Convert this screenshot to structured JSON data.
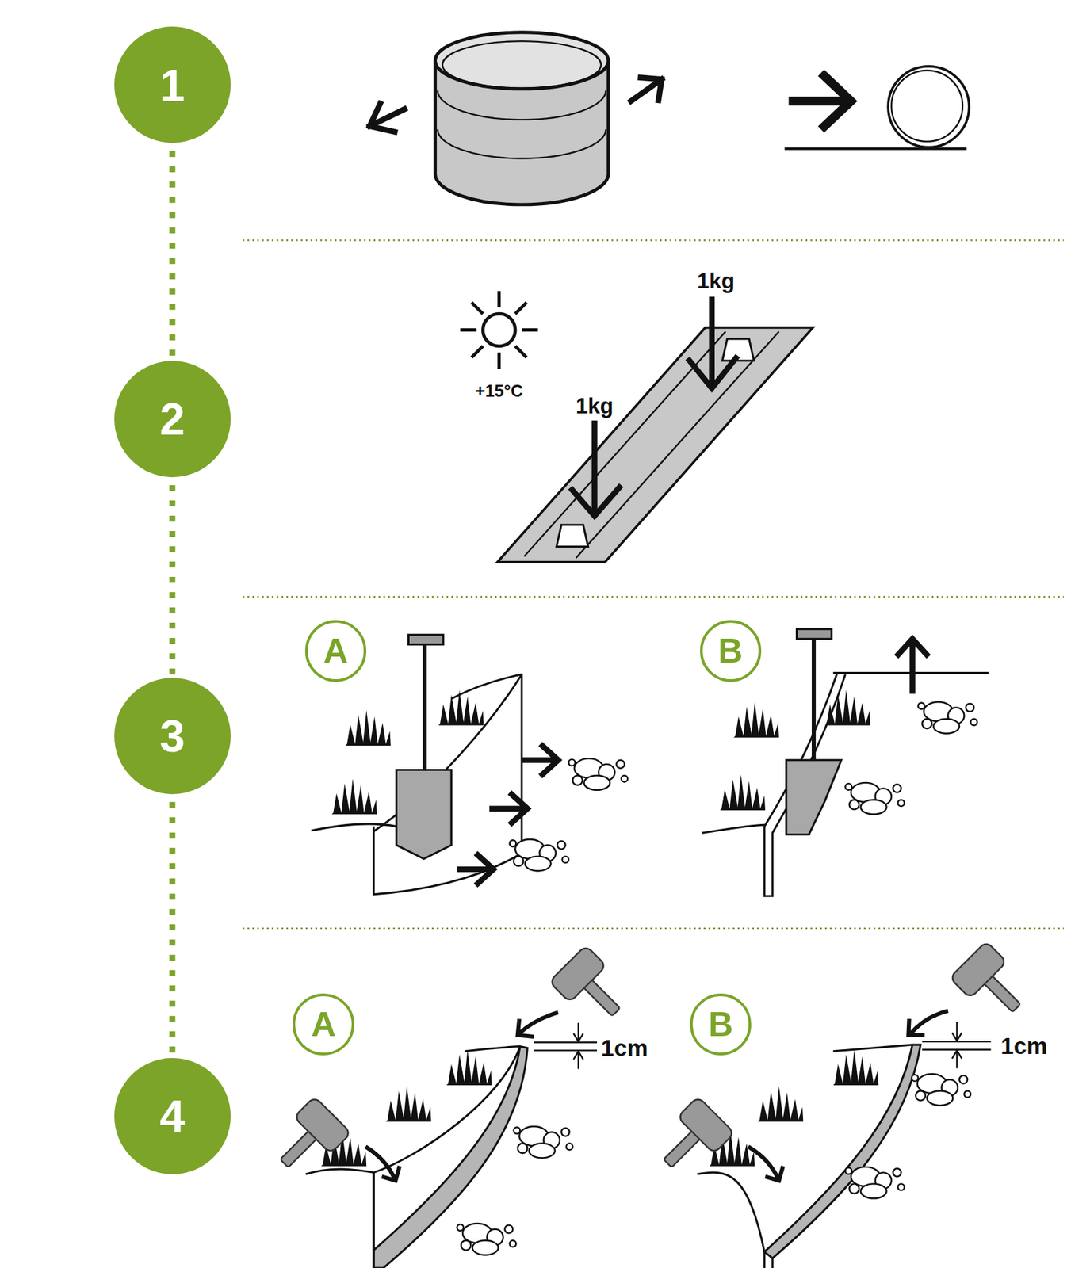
{
  "diagram": {
    "nodes": [
      {
        "text": [
          "1"
        ]
      },
      {
        "text": [
          "2"
        ]
      },
      {
        "text": [
          "3"
        ]
      },
      {
        "text": [
          "A"
        ]
      },
      {
        "text": [
          "B"
        ]
      },
      {
        "text": [
          "4"
        ]
      },
      {
        "text": [
          "A"
        ]
      },
      {
        "text": [
          "B"
        ]
      }
    ],
    "edges": [
      {
        "from": 0,
        "to": 1,
        "arrow": "none"
      },
      {
        "from": 1,
        "to": 2,
        "arrow": "none"
      },
      {
        "from": 2,
        "to": 5,
        "arrow": "none"
      }
    ],
    "labels": [
      "1kg",
      "+15°C",
      "1kg",
      "1cm",
      "1cm"
    ]
  }
}
